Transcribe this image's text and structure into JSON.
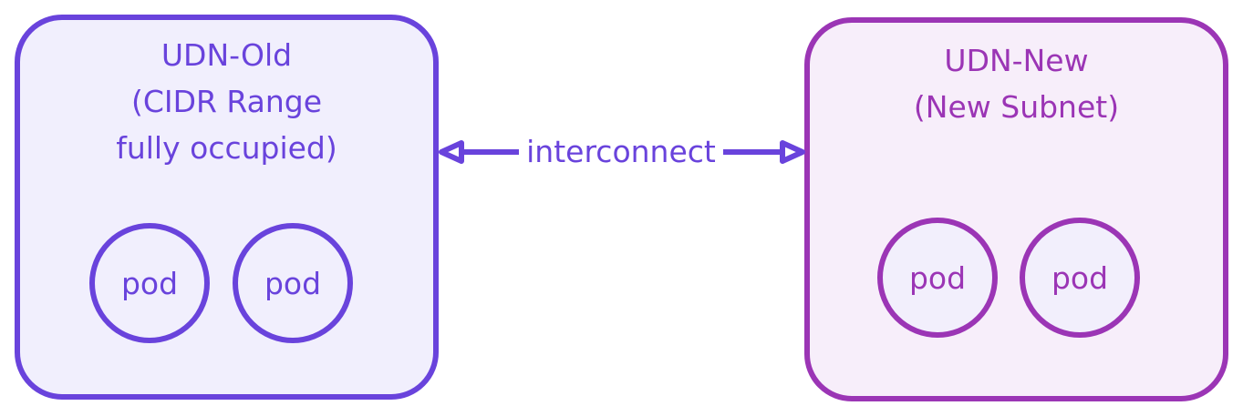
{
  "diagram": {
    "type": "flowchart",
    "colors": {
      "old_stroke": "#6943dc",
      "old_fill": "#f1effd",
      "new_stroke": "#9b35b5",
      "new_fill": "#f7eefa",
      "edge": "#6943dc"
    },
    "groups": [
      {
        "id": "udn-old",
        "title_lines": [
          "UDN-Old",
          "(CIDR Range",
          "fully occupied)"
        ],
        "pods": [
          {
            "label": "pod"
          },
          {
            "label": "pod"
          }
        ]
      },
      {
        "id": "udn-new",
        "title_lines": [
          "UDN-New",
          "(New Subnet)"
        ],
        "pods": [
          {
            "label": "pod"
          },
          {
            "label": "pod"
          }
        ]
      }
    ],
    "edges": [
      {
        "from": "udn-old",
        "to": "udn-new",
        "label": "interconnect",
        "direction": "bidirectional"
      }
    ]
  }
}
